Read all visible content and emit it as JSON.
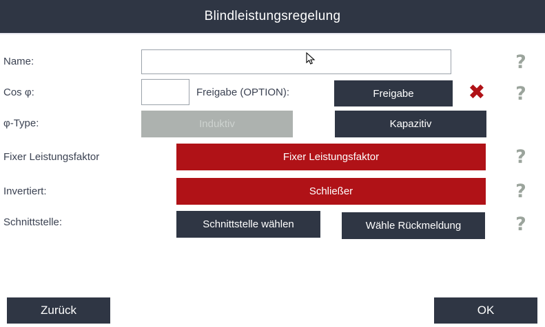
{
  "header": {
    "title": "Blindleistungsregelung"
  },
  "form": {
    "name": {
      "label": "Name:",
      "value": ""
    },
    "cos_phi": {
      "label": "Cos φ:",
      "value": "",
      "option_label": "Freigabe (OPTION):",
      "enable_button": "Freigabe"
    },
    "phi_type": {
      "label": "φ-Type:",
      "inductive_button": "Induktiv",
      "capacitive_button": "Kapazitiv"
    },
    "fixed_power_factor": {
      "label": "Fixer Leistungsfaktor",
      "button": "Fixer Leistungsfaktor"
    },
    "inverted": {
      "label": "Invertiert:",
      "button": "Schließer"
    },
    "interface": {
      "label": "Schnittstelle:",
      "select_button": "Schnittstelle wählen",
      "feedback_button": "Wähle Rückmeldung"
    }
  },
  "icons": {
    "help": "?",
    "cancel": "✖"
  },
  "footer": {
    "back_button": "Zurück",
    "ok_button": "OK"
  },
  "colors": {
    "navy": "#2f3644",
    "red": "#b01217",
    "gray_disabled": "#adb2af",
    "help_gray": "#9ba49c"
  }
}
